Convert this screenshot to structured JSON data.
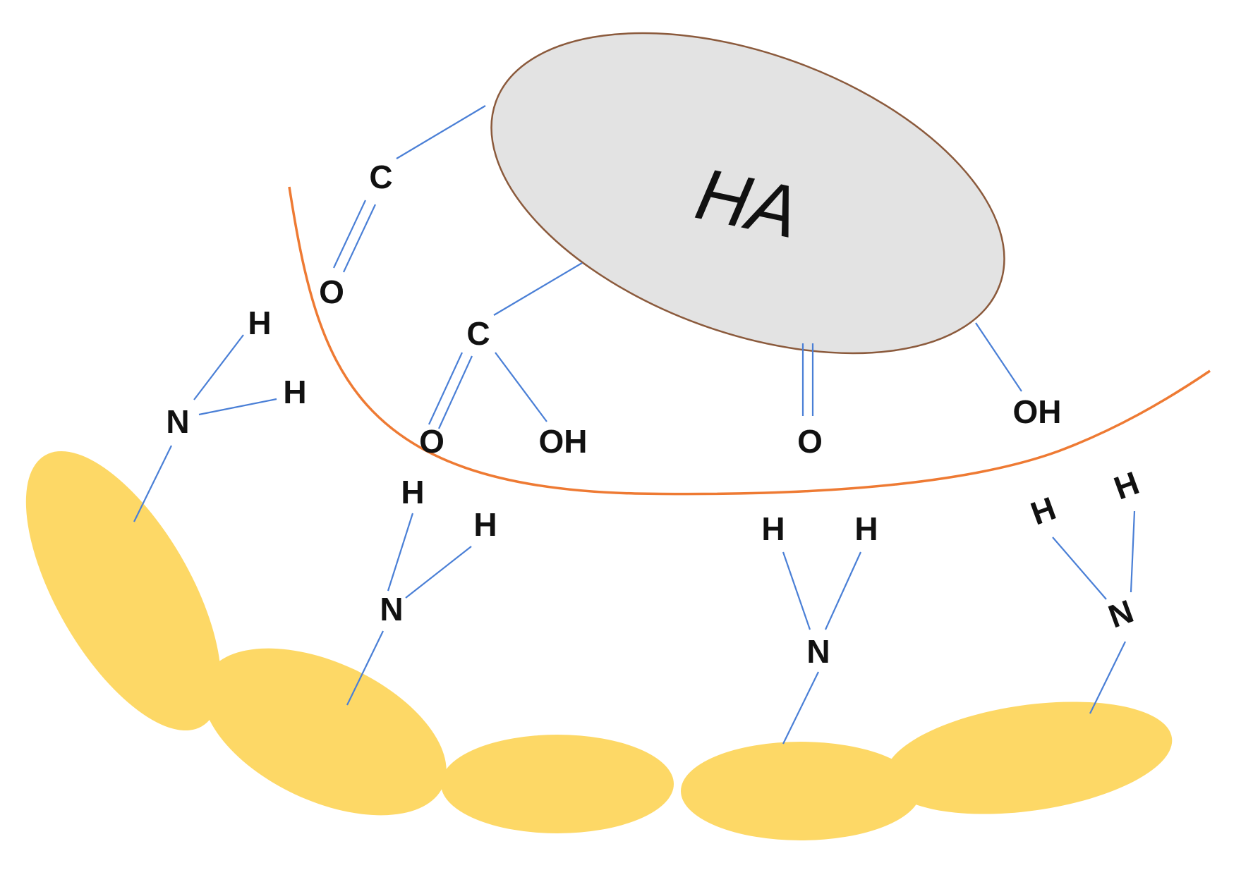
{
  "colors": {
    "bond": "#4a7fd6",
    "interface": "#ee7a33",
    "ha_fill": "#e3e3e3",
    "ha_stroke": "#8b5a3c",
    "chitosan_fill": "#fdd866",
    "text": "#111111"
  },
  "ha_particle": {
    "label": "HA"
  },
  "groups": {
    "carbonyl_left": {
      "carbon": "C",
      "oxygen": "O"
    },
    "carboxyl": {
      "carbon": "C",
      "oxygen": "O",
      "hydroxyl": "OH"
    },
    "ketone": {
      "oxygen": "O"
    },
    "hydroxyl_right": {
      "hydroxyl": "OH"
    }
  },
  "amines": [
    {
      "nitrogen": "N",
      "h1": "H",
      "h2": "H"
    },
    {
      "nitrogen": "N",
      "h1": "H",
      "h2": "H"
    },
    {
      "nitrogen": "N",
      "h1": "H",
      "h2": "H"
    },
    {
      "nitrogen": "N",
      "h1": "H",
      "h2": "H"
    }
  ]
}
